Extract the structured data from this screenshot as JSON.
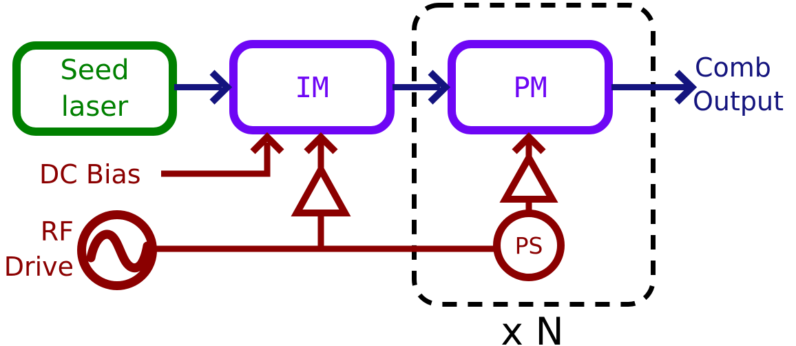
{
  "diagram": {
    "nodes": {
      "seed_laser": {
        "line1": "Seed",
        "line2": "laser"
      },
      "im": {
        "label": "IM"
      },
      "pm": {
        "label": "PM"
      },
      "phase_shifter": {
        "label": "PS"
      }
    },
    "labels": {
      "dc_bias": "DC Bias",
      "rf_drive_line1": "RF",
      "rf_drive_line2": "Drive",
      "comb_output_line1": "Comb",
      "comb_output_line2": "Output",
      "multiplier": "x N"
    },
    "icons": {
      "rf_oscillator": "sine-wave-oscillator-icon",
      "im_amplifier": "amplifier-triangle-icon",
      "pm_amplifier": "amplifier-triangle-icon",
      "arrowheads": "chevron-arrowhead-icon"
    },
    "colors": {
      "green": "#008000",
      "purple": "#6E06F5",
      "navy": "#14147E",
      "darkred": "#8B0000",
      "black": "#000000",
      "background": "#FFFFFF"
    }
  }
}
